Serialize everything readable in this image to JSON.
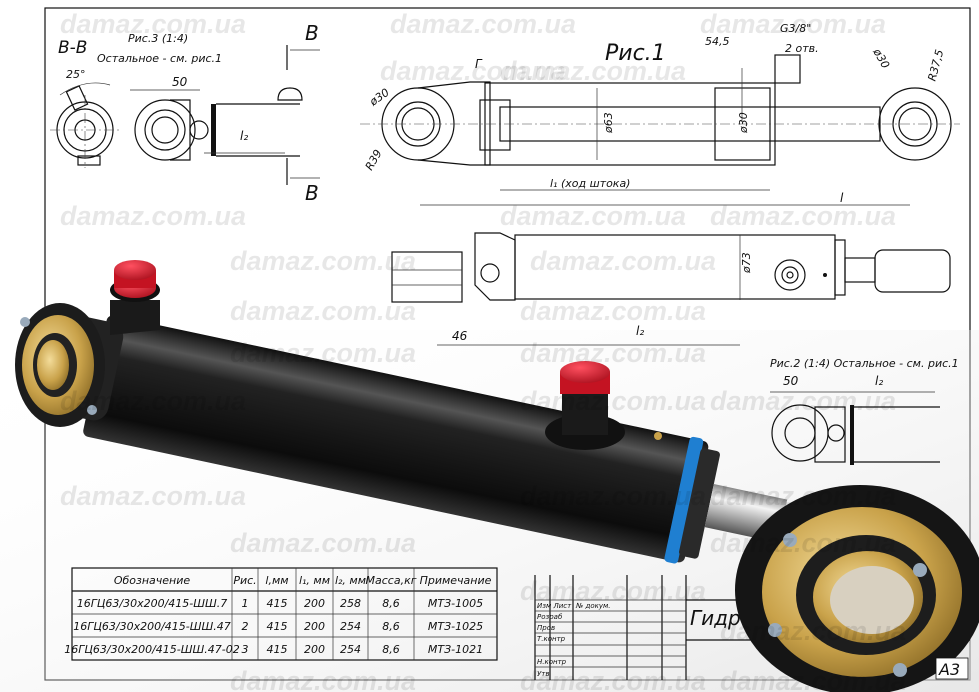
{
  "watermark": "damaz.com.ua",
  "fig3": {
    "section_label": "В-В",
    "title": "Рис.3 (1:4)",
    "note": "Остальное - см. рис.1",
    "angle": "25°",
    "dim_50": "50",
    "dim_l2": "l₂",
    "cut_label": "В"
  },
  "fig1": {
    "title": "Рис.1",
    "leader_g": "Г",
    "d30_left": "ø30",
    "r39": "R39",
    "d63": "ø63",
    "d30_rod": "ø30",
    "dim_545": "54,5",
    "thread": "G3/8\"",
    "holes": "2 отв.",
    "d30_right": "ø30",
    "r375": "R37,5",
    "stroke": "l₁ (ход штока)",
    "length": "l"
  },
  "mid_view": {
    "dim_46": "46",
    "dim_l2": "l₂",
    "d73": "ø73"
  },
  "fig2": {
    "title": "Рис.2 (1:4) Остальное - см. рис.1",
    "dim_50": "50",
    "dim_l2": "l₂"
  },
  "spec_table": {
    "headers": [
      "Обозначение",
      "Рис.",
      "l,мм",
      "l₁, мм",
      "l₂, мм",
      "Масса,кг",
      "Примечание"
    ],
    "rows": [
      [
        "16ГЦ63/30х200/415-ШШ.7",
        "1",
        "415",
        "200",
        "258",
        "8,6",
        "МТЗ-1005"
      ],
      [
        "16ГЦ63/30х200/415-ШШ.47",
        "2",
        "415",
        "200",
        "254",
        "8,6",
        "МТЗ-1025"
      ],
      [
        "16ГЦ63/30х200/415-ШШ.47-02",
        "3",
        "415",
        "200",
        "254",
        "8,6",
        "МТЗ-1021"
      ]
    ]
  },
  "title_block": {
    "izm_list": "Изм Лист",
    "doc_no": "№ докум.",
    "razrab": "Розраб",
    "prov": "Пров",
    "tkontr": "Т.контр",
    "nkontr": "Н.контр",
    "utv": "Утв",
    "title": "Гидроц",
    "format": "А3"
  },
  "colors": {
    "cap_red": "#d8192a",
    "seal_blue": "#1f7fd1",
    "body_black": "#1a1a1a",
    "brass": "#c9a24a"
  }
}
